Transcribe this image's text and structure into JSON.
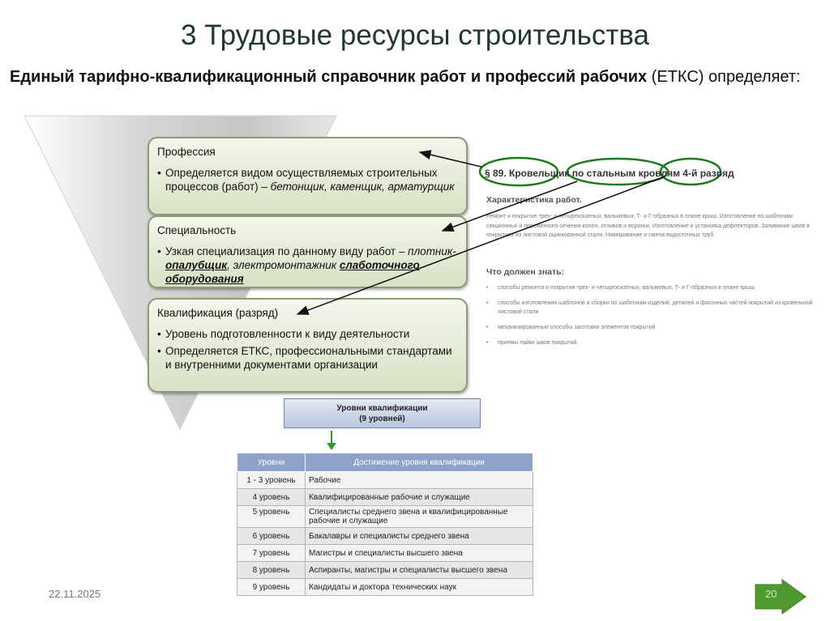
{
  "slide": {
    "title": "3 Трудовые ресурсы строительства",
    "subtitle_bold": "Единый тарифно-квалификационный справочник работ и профессий рабочих",
    "subtitle_rest": " (ЕТКС) определяет:",
    "date": "22.11.2025",
    "page_number": "20"
  },
  "cards": {
    "profession": {
      "title": "Профессия",
      "text": "Определяется видом осуществляемых строительных процессов (работ) – ",
      "examples": "бетонщик, каменщик, арматурщик"
    },
    "specialty": {
      "title": "Специальность",
      "text": "Узкая специализация по данному виду работ – ",
      "ex_a": "плотник-",
      "ex_u1": "опалубщик",
      "ex_b": ", электромонтажник ",
      "ex_u2": "слаботочного оборудования"
    },
    "qualification": {
      "title": "Квалификация (разряд)",
      "bullets": [
        "Уровень подготовленности к виду деятельности",
        "Определяется ЕТКС, профессиональными стандартами и внутренними документами организации"
      ]
    }
  },
  "article": {
    "heading": "§ 89. Кровельщик по стальным кровлям 4-й разряд",
    "characteristic_title": "Характеристика работ.",
    "characteristic_text": "Ремонт и покрытие трех- и четырехскатных, вальмовых, Т- и Г-образных в плане крыш. Изготовление по шаблонам секционных и переменного сечения колен, отливов и воронок. Изготовление и установка дефлекторов. Заливание швов в покрытиях из листовой оцинкованной стали. Навешивание и смена водосточных труб.",
    "knowledge_title": "Что должен знать:",
    "knowledge_items": [
      "способы ремонта и покрытия трех- и четырехскатных, вальмовых, Т- и Г-образных в плане крыш",
      "способы изготовления шаблонов и сборки по шаблонам изделий, деталей и фасонных частей покрытий из кровельной листовой стали",
      "механизированные способы заготовки элементов покрытий",
      "приемы пайки швов покрытий."
    ]
  },
  "levels": {
    "box_line1": "Уровни квалификации",
    "box_line2": "(9 уровней)",
    "col_levels": "Уровни",
    "col_achievement": "Достижение уровня квалификации",
    "rows": [
      {
        "level": "1 - 3 уровень",
        "desc": "Рабочие"
      },
      {
        "level": "4 уровень",
        "desc": "Квалифицированные рабочие и служащие"
      },
      {
        "level": "5 уровень",
        "desc": "Специалисты среднего звена и квалифицированные рабочие и служащие"
      },
      {
        "level": "6 уровень",
        "desc": "Бакалавры и специалисты среднего звена"
      },
      {
        "level": "7 уровень",
        "desc": "Магистры и специалисты высшего звена"
      },
      {
        "level": "8 уровень",
        "desc": "Аспиранты, магистры и специалисты высшего звена"
      },
      {
        "level": "9 уровень",
        "desc": "Кандидаты и доктора технических наук"
      }
    ]
  },
  "colors": {
    "title": "#1f3a2a",
    "card_border": "#8c9b7b",
    "ellipse": "#1e7a1e",
    "table_header": "#8ea1c9",
    "nav_arrow": "#4f9a2e"
  }
}
